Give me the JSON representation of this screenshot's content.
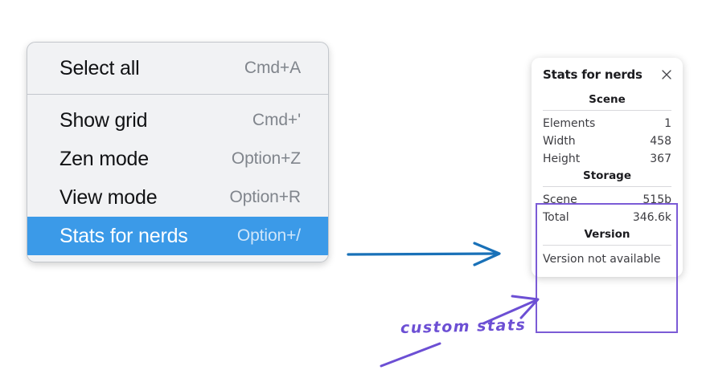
{
  "menu": {
    "groups": [
      {
        "items": [
          {
            "label": "Select all",
            "shortcut": "Cmd+A",
            "selected": false
          }
        ]
      },
      {
        "items": [
          {
            "label": "Show grid",
            "shortcut": "Cmd+'",
            "selected": false
          },
          {
            "label": "Zen mode",
            "shortcut": "Option+Z",
            "selected": false
          },
          {
            "label": "View mode",
            "shortcut": "Option+R",
            "selected": false
          },
          {
            "label": "Stats for nerds",
            "shortcut": "Option+/",
            "selected": true
          }
        ]
      }
    ]
  },
  "stats_panel": {
    "title": "Stats for nerds",
    "close_icon": "close-icon",
    "sections": [
      {
        "heading": "Scene",
        "rows": [
          {
            "label": "Elements",
            "value": "1"
          },
          {
            "label": "Width",
            "value": "458"
          },
          {
            "label": "Height",
            "value": "367"
          }
        ]
      },
      {
        "heading": "Storage",
        "rows": [
          {
            "label": "Scene",
            "value": "515b"
          },
          {
            "label": "Total",
            "value": "346.6k"
          }
        ]
      },
      {
        "heading": "Version",
        "plain_row": "Version not available"
      }
    ]
  },
  "annotations": {
    "handwritten_note": "custom stats",
    "arrow_blue": "arrow-right-icon",
    "arrow_purple": "arrow-up-right-icon",
    "underline_purple": "underline-stroke"
  },
  "colors": {
    "menu_background": "#f1f2f4",
    "menu_border": "#c3c7cc",
    "menu_selected": "#3b9ae8",
    "menu_selected_text": "#ffffff",
    "menu_shortcut_text": "#80858c",
    "panel_background": "#ffffff",
    "panel_text": "#3d3d42",
    "highlight_purple": "#7b5bd6",
    "annotation_purple": "#6c4fd4",
    "arrow_blue": "#1971b8"
  }
}
